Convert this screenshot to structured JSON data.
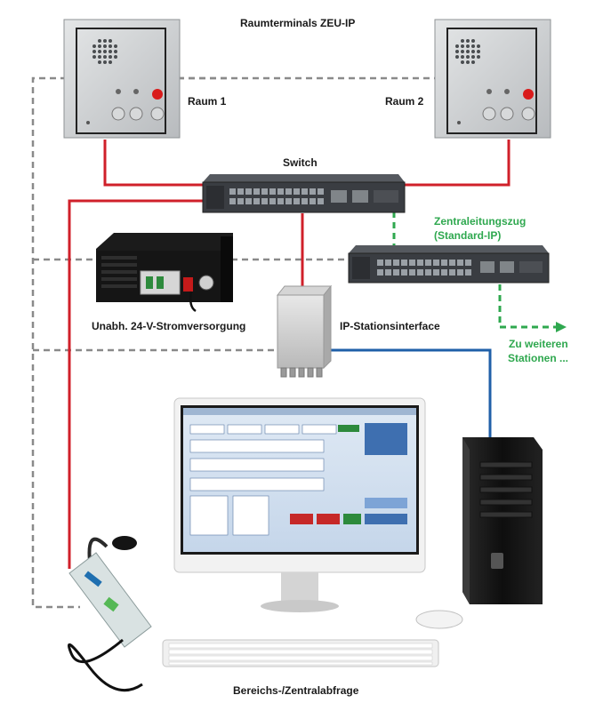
{
  "labels": {
    "room_terminals": "Raumterminals ZEU-IP",
    "room1": "Raum 1",
    "room2": "Raum 2",
    "switch": "Switch",
    "central_line_1": "Zentraleitungszug",
    "central_line_2": "(Standard-IP)",
    "power_supply": "Unabh. 24-V-Stromversorgung",
    "ip_interface": "IP-Stationsinterface",
    "more_stations_1": "Zu weiteren",
    "more_stations_2": "Stationen ...",
    "workstation": "Bereichs-/Zentralabfrage"
  },
  "colors": {
    "red_link": "#d0202a",
    "blue_link": "#1f5fa8",
    "green_link": "#2fa84f",
    "dashed_link": "#8a8a8a",
    "panel_steel": "#c9ccce",
    "switch_body": "#3a3d42"
  }
}
